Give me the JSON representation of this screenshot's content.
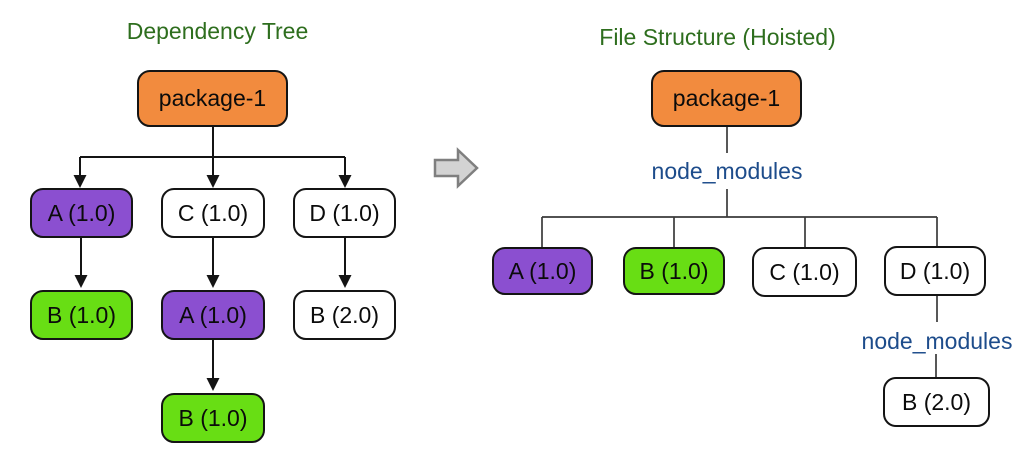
{
  "left_tree": {
    "title": "Dependency Tree",
    "root": {
      "label": "package-1",
      "fill": "#F28B3E"
    },
    "level1": [
      {
        "label": "A (1.0)",
        "fill": "#8B4FD0"
      },
      {
        "label": "C (1.0)",
        "fill": "#FFFFFF"
      },
      {
        "label": "D (1.0)",
        "fill": "#FFFFFF"
      }
    ],
    "level2": [
      {
        "label": "B (1.0)",
        "fill": "#68DE14"
      },
      {
        "label": "A (1.0)",
        "fill": "#8B4FD0"
      },
      {
        "label": "B (2.0)",
        "fill": "#FFFFFF"
      }
    ],
    "level3": [
      {
        "label": "B (1.0)",
        "fill": "#68DE14"
      }
    ]
  },
  "right_tree": {
    "title": "File Structure (Hoisted)",
    "root": {
      "label": "package-1",
      "fill": "#F28B3E"
    },
    "node_modules_label": "node_modules",
    "children": [
      {
        "label": "A (1.0)",
        "fill": "#8B4FD0"
      },
      {
        "label": "B (1.0)",
        "fill": "#68DE14"
      },
      {
        "label": "C (1.0)",
        "fill": "#FFFFFF"
      },
      {
        "label": "D (1.0)",
        "fill": "#FFFFFF"
      }
    ],
    "nested": {
      "node_modules_label": "node_modules",
      "child": {
        "label": "B (2.0)",
        "fill": "#FFFFFF"
      }
    }
  },
  "colors": {
    "title_green": "#2E6E1E",
    "node_modules_blue": "#1D4C8B",
    "package_orange": "#F28B3E",
    "dep_purple": "#8B4FD0",
    "dep_green": "#68DE14",
    "box_white": "#FFFFFF",
    "line_black": "#141414",
    "line_gray": "#3a3a3a",
    "block_arrow_fill": "#D3D3D3",
    "block_arrow_stroke": "#7F7F7F"
  }
}
